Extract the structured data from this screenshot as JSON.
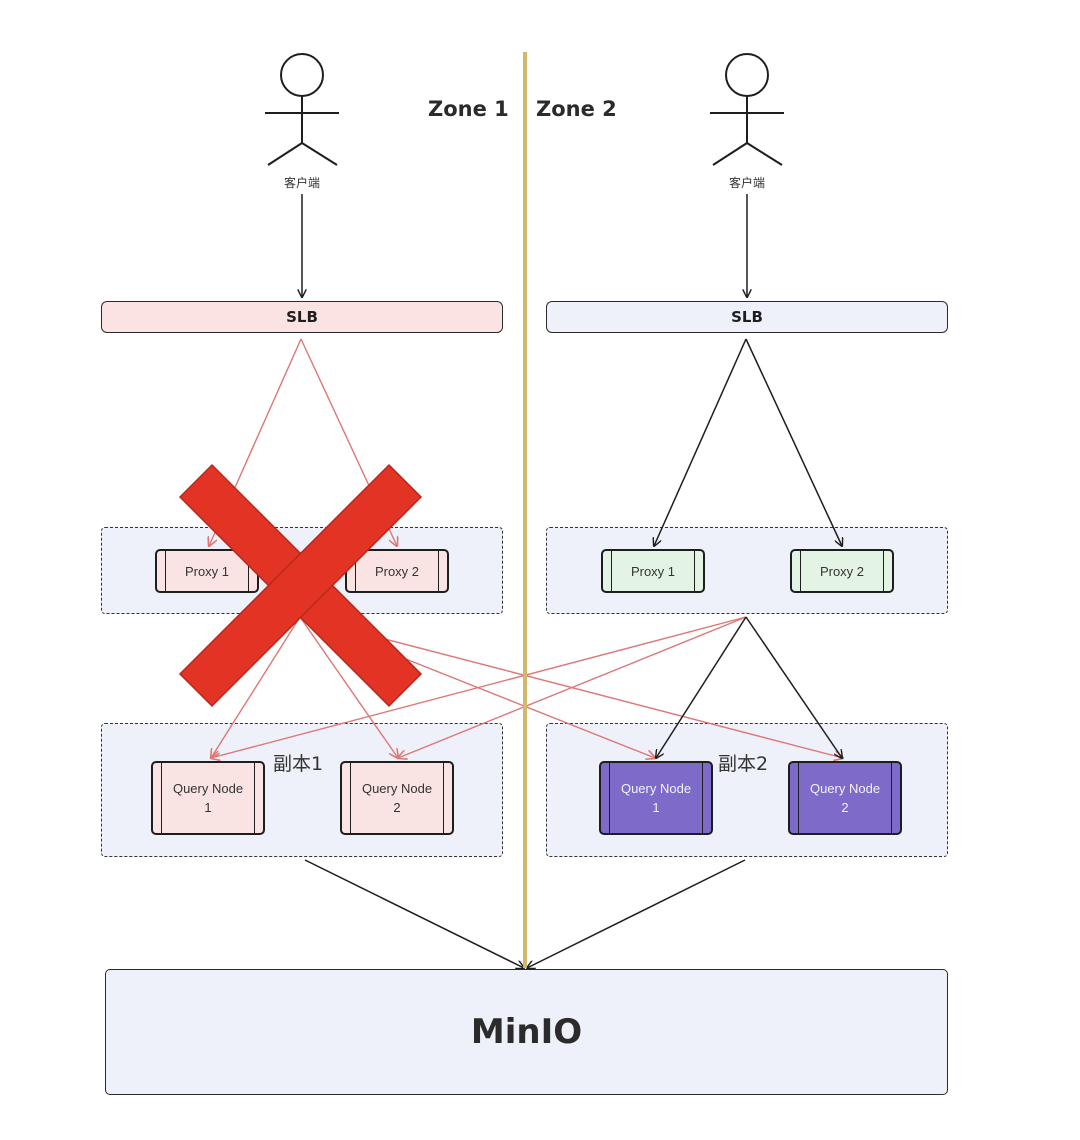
{
  "zones": {
    "left": "Zone 1",
    "right": "Zone 2"
  },
  "clients": {
    "left_label": "客户端",
    "right_label": "客户端"
  },
  "left": {
    "slb": "SLB",
    "proxies": [
      "Proxy 1",
      "Proxy 2"
    ],
    "replica_label": "副本1",
    "query_nodes": [
      "Query Node\n1",
      "Query Node\n2"
    ]
  },
  "right": {
    "slb": "SLB",
    "proxies": [
      "Proxy 1",
      "Proxy 2"
    ],
    "replica_label": "副本2",
    "query_nodes": [
      "Query Node\n1",
      "Query Node\n2"
    ]
  },
  "storage": "MinIO",
  "icons": [
    "person-icon",
    "cross-mark-icon"
  ],
  "colors": {
    "zone_divider": "#d2b86a",
    "failed_link": "#de7777",
    "failure_mark": "#e23324",
    "left_slb_fill": "#fbe3e3",
    "right_slb_fill": "#eef1f9",
    "group_fill": "#eef1f9",
    "pink_fill": "#f9e3e3",
    "green_fill": "#e4f4e4",
    "purple_fill": "#7e6bc9"
  }
}
